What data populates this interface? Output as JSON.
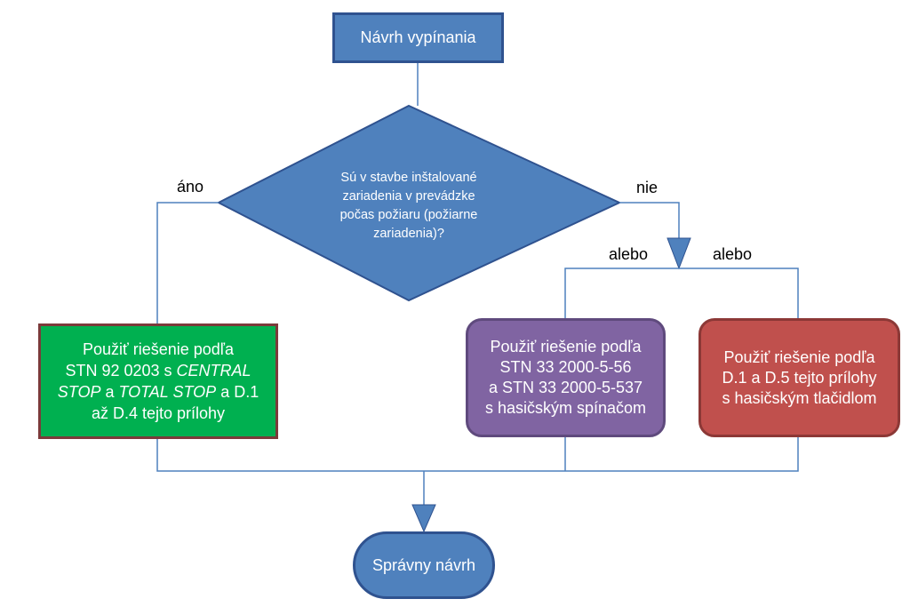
{
  "flowchart": {
    "start": "Návrh vypínania",
    "decision": {
      "line1": "Sú v stavbe inštalované",
      "line2": "zariadenia v prevádzke",
      "line3": "počas požiaru (požiarne",
      "line4": "zariadenia)?"
    },
    "labels": {
      "yes": "áno",
      "no": "nie",
      "or_left": "alebo",
      "or_right": "alebo"
    },
    "green_box": {
      "line1": "Použiť riešenie podľa",
      "line2_a": "STN 92 0203 s ",
      "line2_b": "CENTRAL",
      "line3_a": "STOP",
      "line3_b": " a ",
      "line3_c": "TOTAL STOP",
      "line3_d": " a D.1",
      "line4": "až D.4 tejto prílohy"
    },
    "purple_box": {
      "line1": "Použiť riešenie podľa",
      "line2": "STN 33 2000-5-56",
      "line3": "a STN 33 2000-5-537",
      "line4": "s hasičským spínačom"
    },
    "red_box": {
      "line1": "Použiť riešenie podľa",
      "line2": "D.1 a D.5 tejto prílohy",
      "line3": "s hasičským tlačidlom"
    },
    "end": "Správny návrh"
  },
  "colors": {
    "blue": "#4f81bd",
    "green": "#00b050",
    "purple": "#8064a2",
    "red": "#c0504d",
    "connector": "#4f81bd"
  }
}
